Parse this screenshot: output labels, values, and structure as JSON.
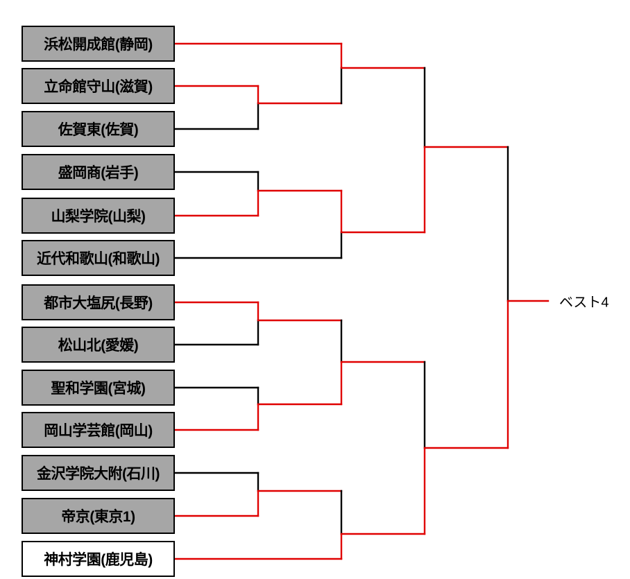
{
  "label": {
    "best4": "ベスト4"
  },
  "colors": {
    "winner_path": "#e00000",
    "normal_line": "#000000",
    "box_fill": "#a6a6a6",
    "box_fill_alt": "#ffffff",
    "box_border": "#000000",
    "text": "#000000",
    "background": "#ffffff"
  },
  "teams": [
    {
      "name": "浜松開成館(静岡)",
      "box_style": "gray",
      "entry_line": "red"
    },
    {
      "name": "立命館守山(滋賀)",
      "box_style": "gray",
      "entry_line": "red"
    },
    {
      "name": "佐賀東(佐賀)",
      "box_style": "gray",
      "entry_line": "black"
    },
    {
      "name": "盛岡商(岩手)",
      "box_style": "gray",
      "entry_line": "black"
    },
    {
      "name": "山梨学院(山梨)",
      "box_style": "gray",
      "entry_line": "red"
    },
    {
      "name": "近代和歌山(和歌山)",
      "box_style": "gray",
      "entry_line": "black"
    },
    {
      "name": "都市大塩尻(長野)",
      "box_style": "gray",
      "entry_line": "red"
    },
    {
      "name": "松山北(愛媛)",
      "box_style": "gray",
      "entry_line": "black"
    },
    {
      "name": "聖和学園(宮城)",
      "box_style": "gray",
      "entry_line": "black"
    },
    {
      "name": "岡山学芸館(岡山)",
      "box_style": "gray",
      "entry_line": "red"
    },
    {
      "name": "金沢学院大附(石川)",
      "box_style": "gray",
      "entry_line": "black"
    },
    {
      "name": "帝京(東京1)",
      "box_style": "gray",
      "entry_line": "red"
    },
    {
      "name": "神村学園(鹿児島)",
      "box_style": "white",
      "entry_line": "red"
    }
  ],
  "results": {
    "round1": [
      {
        "top": "立命館守山(滋賀)",
        "bottom": "佐賀東(佐賀)",
        "winner": "立命館守山(滋賀)"
      },
      {
        "top": "盛岡商(岩手)",
        "bottom": "山梨学院(山梨)",
        "winner": "山梨学院(山梨)"
      },
      {
        "top": "都市大塩尻(長野)",
        "bottom": "松山北(愛媛)",
        "winner": "都市大塩尻(長野)"
      },
      {
        "top": "聖和学園(宮城)",
        "bottom": "岡山学芸館(岡山)",
        "winner": "岡山学芸館(岡山)"
      },
      {
        "top": "金沢学院大附(石川)",
        "bottom": "帝京(東京1)",
        "winner": "帝京(東京1)"
      }
    ],
    "round2": [
      {
        "top": "浜松開成館(静岡)",
        "bottom": "立命館守山(滋賀)",
        "winner": "浜松開成館(静岡)"
      },
      {
        "top": "山梨学院(山梨)",
        "bottom": "近代和歌山(和歌山)",
        "winner": "山梨学院(山梨)"
      },
      {
        "top": "都市大塩尻(長野)",
        "bottom": "岡山学芸館(岡山)",
        "winner": "岡山学芸館(岡山)"
      },
      {
        "top": "帝京(東京1)",
        "bottom": "神村学園(鹿児島)",
        "winner": "神村学園(鹿児島)"
      }
    ],
    "round3": [
      {
        "top": "浜松開成館(静岡)",
        "bottom": "山梨学院(山梨)",
        "winner": "山梨学院(山梨)"
      },
      {
        "top": "岡山学芸館(岡山)",
        "bottom": "神村学園(鹿児島)",
        "winner": "神村学園(鹿児島)"
      }
    ],
    "best4_red_path_team": "神村学園(鹿児島)"
  }
}
